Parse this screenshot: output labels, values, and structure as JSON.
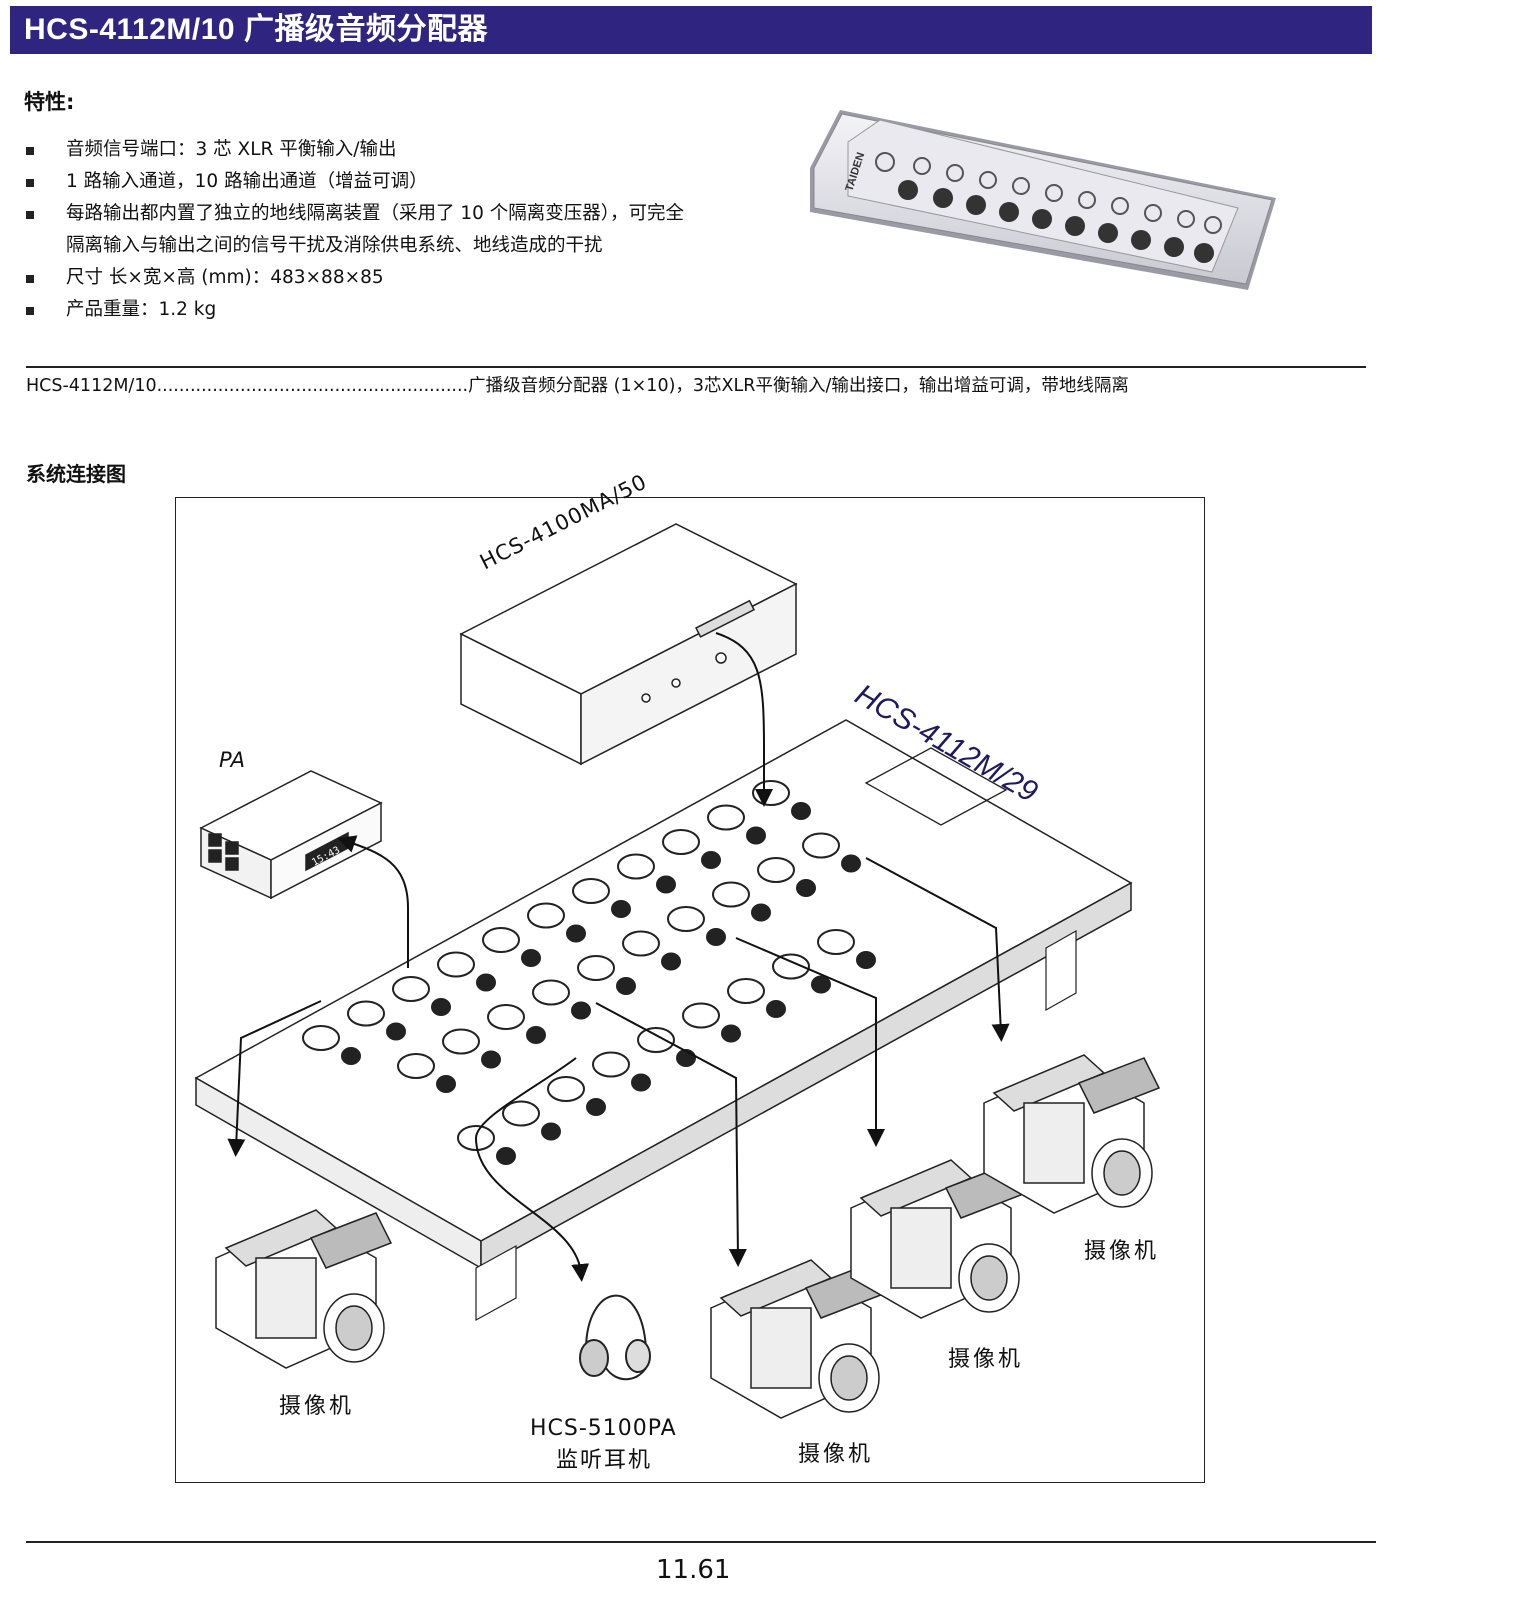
{
  "header": {
    "title": "HCS-4112M/10 广播级音频分配器"
  },
  "features": {
    "heading": "特性:",
    "items": [
      "音频信号端口：3 芯 XLR 平衡输入/输出",
      "1 路输入通道，10 路输出通道（增益可调）",
      "每路输出都内置了独立的地线隔离装置（采用了 10 个隔离变压器），可完全隔离输入与输出之间的信号干扰及消除供电系统、地线造成的干扰",
      "尺寸  长×宽×高  (mm)：483×88×85",
      "产品重量：1.2 kg"
    ]
  },
  "product_photo": {
    "brand": "TAIDEN"
  },
  "ordering": {
    "model": "HCS-4112M/10",
    "leader": "........................................................",
    "description": "广播级音频分配器 (1×10)，3芯XLR平衡输入/输出接口，输出增益可调，带地线隔离"
  },
  "diagram": {
    "heading": "系统连接图",
    "source_unit": "HCS-4100MA/50",
    "distributor": "HCS-4112M/29",
    "amplifier": "PA",
    "amplifier_display": "15:43",
    "headphone_model": "HCS-5100PA",
    "headphone_name": "监听耳机",
    "camera_label": "摄像机"
  },
  "footer": {
    "page_number": "11.61"
  }
}
